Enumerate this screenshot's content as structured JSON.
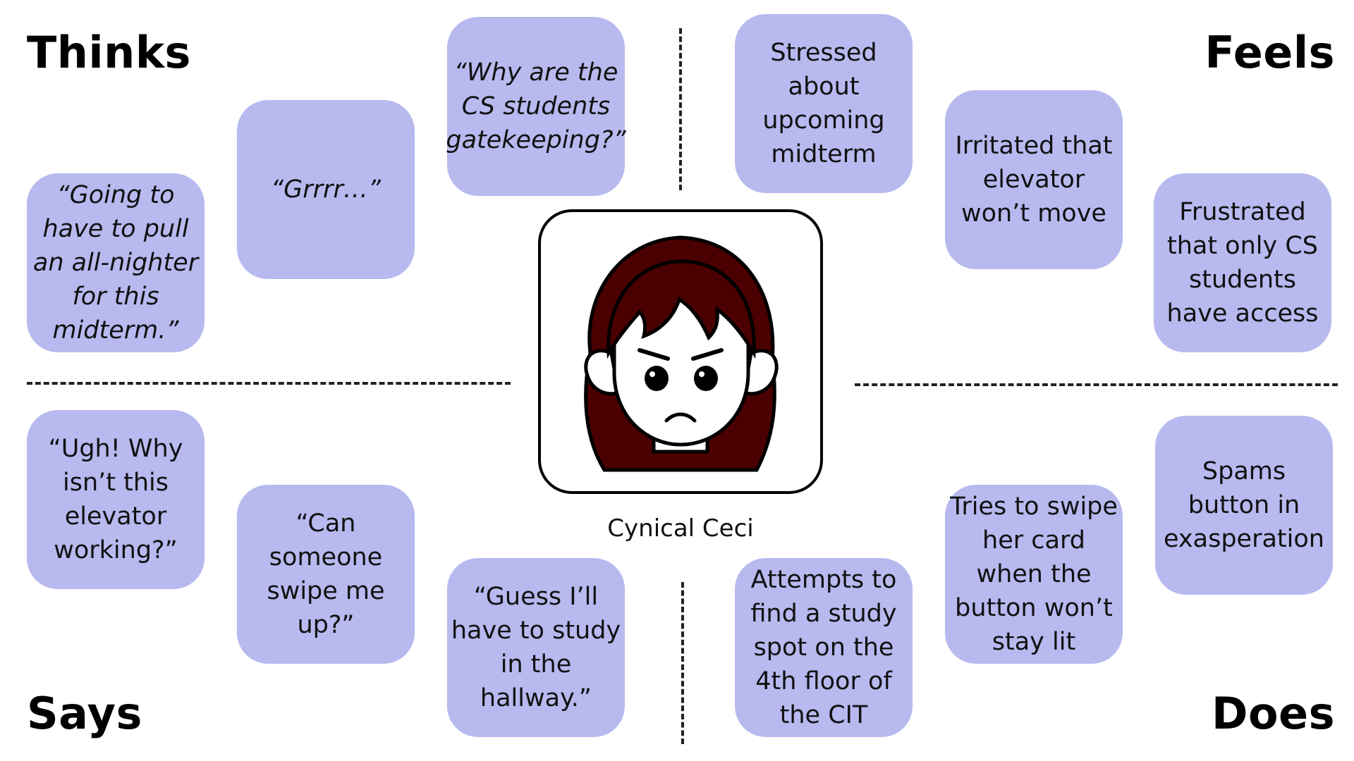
{
  "quadrants": {
    "thinks": {
      "title": "Thinks",
      "notes": [
        "“Why are the CS students gatekeeping?”",
        "“Grrrr…”",
        "“Going to have to pull an all-nighter for this midterm.”"
      ]
    },
    "feels": {
      "title": "Feels",
      "notes": [
        "Stressed about upcoming midterm",
        "Irritated that elevator won’t move",
        "Frustrated that only CS students have access"
      ]
    },
    "says": {
      "title": "Says",
      "notes": [
        "“Ugh! Why isn’t this elevator working?”",
        "“Can someone swipe me up?”",
        "“Guess I’ll have to study in the hallway.”"
      ]
    },
    "does": {
      "title": "Does",
      "notes": [
        "Attempts to find a study spot on the 4th floor of the CIT",
        "Tries to swipe her card when the button won’t stay lit",
        "Spams button in exasperation"
      ]
    }
  },
  "persona": {
    "name": "Cynical Ceci",
    "illustration": "frowning-woman-avatar"
  },
  "colors": {
    "note_fill": "#b7b9ef",
    "hair": "#4a0000",
    "text": "#111111"
  }
}
